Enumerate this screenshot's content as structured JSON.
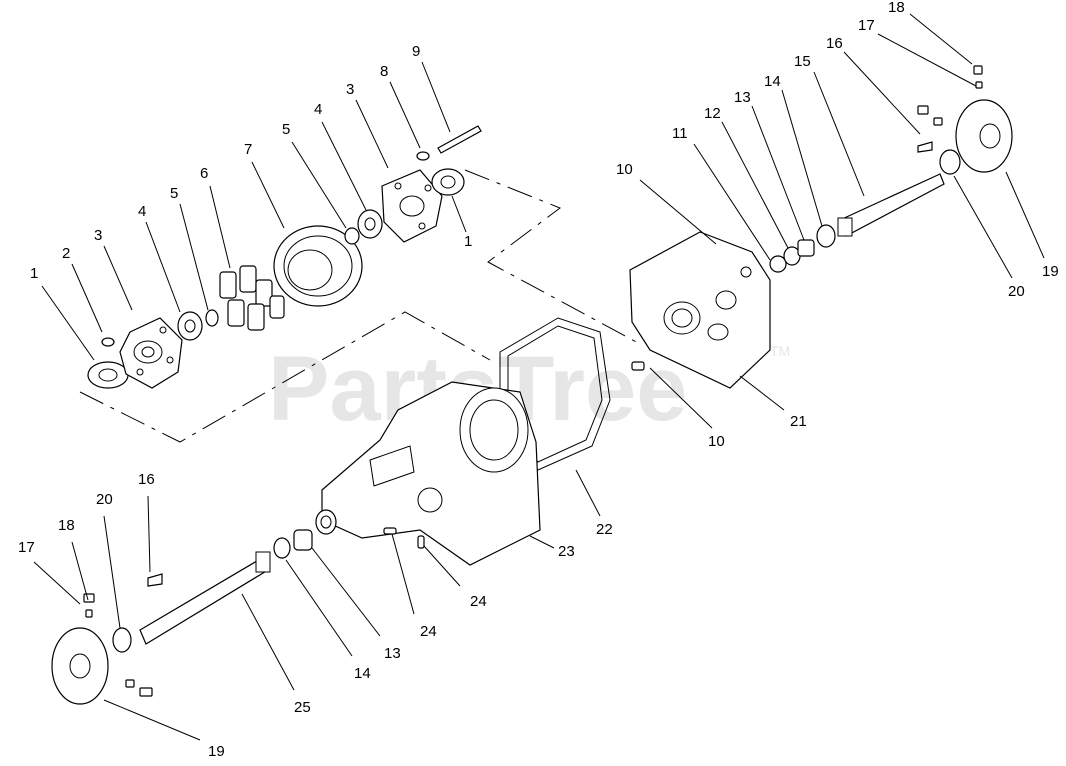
{
  "watermark": {
    "text": "PartsTree",
    "trademark": "TM"
  },
  "callouts": [
    {
      "id": "c1",
      "text": "1"
    },
    {
      "id": "c2",
      "text": "2"
    },
    {
      "id": "c3",
      "text": "3"
    },
    {
      "id": "c4",
      "text": "4"
    },
    {
      "id": "c5",
      "text": "5"
    },
    {
      "id": "c6",
      "text": "6"
    },
    {
      "id": "c7",
      "text": "7"
    },
    {
      "id": "c5b",
      "text": "5"
    },
    {
      "id": "c4b",
      "text": "4"
    },
    {
      "id": "c3b",
      "text": "3"
    },
    {
      "id": "c8",
      "text": "8"
    },
    {
      "id": "c9",
      "text": "9"
    },
    {
      "id": "c1b",
      "text": "1"
    },
    {
      "id": "c10a",
      "text": "10"
    },
    {
      "id": "c11",
      "text": "11"
    },
    {
      "id": "c12",
      "text": "12"
    },
    {
      "id": "c13",
      "text": "13"
    },
    {
      "id": "c14",
      "text": "14"
    },
    {
      "id": "c15",
      "text": "15"
    },
    {
      "id": "c16",
      "text": "16"
    },
    {
      "id": "c17",
      "text": "17"
    },
    {
      "id": "c18",
      "text": "18"
    },
    {
      "id": "c20",
      "text": "20"
    },
    {
      "id": "c19",
      "text": "19"
    },
    {
      "id": "c21",
      "text": "21"
    },
    {
      "id": "c10b",
      "text": "10"
    },
    {
      "id": "c22",
      "text": "22"
    },
    {
      "id": "c23",
      "text": "23"
    },
    {
      "id": "c24a",
      "text": "24"
    },
    {
      "id": "c24b",
      "text": "24"
    },
    {
      "id": "c13b",
      "text": "13"
    },
    {
      "id": "c14b",
      "text": "14"
    },
    {
      "id": "c25",
      "text": "25"
    },
    {
      "id": "c16b",
      "text": "16"
    },
    {
      "id": "c20b",
      "text": "20"
    },
    {
      "id": "c18b",
      "text": "18"
    },
    {
      "id": "c17b",
      "text": "17"
    },
    {
      "id": "c19b",
      "text": "19"
    }
  ]
}
